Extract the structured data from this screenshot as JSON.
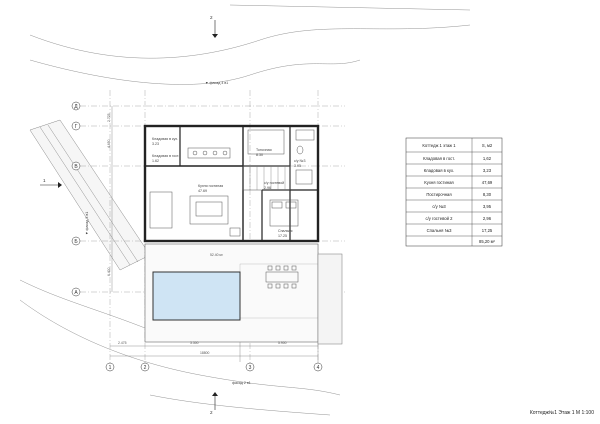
{
  "axes": {
    "rows": [
      "Д",
      "Г",
      "В",
      "Б",
      "А"
    ],
    "cols": [
      "1",
      "2",
      "3",
      "4"
    ]
  },
  "section_marks": {
    "top": "2",
    "bottom": "2",
    "left": "1"
  },
  "levels": {
    "top": "▼ фасад 4 в1",
    "left": "▼ фасад 3 в1",
    "bottom": "фасад 2 в1"
  },
  "rooms": {
    "pantry_living": {
      "name": "Кладовая в гост.",
      "area": "1.62"
    },
    "pantry_kitchen": {
      "name": "Кладовая в кух.",
      "area": "3.23"
    },
    "boiler": {
      "name": "Топочная",
      "area": "8.30"
    },
    "kitchen_living": {
      "name": "Кухня гостиная",
      "area": "47.69"
    },
    "bath2": {
      "name": "с/у гостевой",
      "area": "2.96"
    },
    "bath3": {
      "name": "с/у №3",
      "area": "3.95"
    },
    "bedroom3": {
      "name": "Спальня",
      "area": "17.25"
    }
  },
  "terrace_label": "52.40 м²",
  "dims": {
    "d1": "2.475",
    "d2": "2.725",
    "d3": "3.300",
    "d4": "4.650",
    "d5": "6.400",
    "d6": "5.900",
    "total": "18800"
  },
  "area_table": {
    "header": [
      "Коттедж 1 этаж 1",
      "S, м2"
    ],
    "rows": [
      [
        "Кладовая в гост.",
        "1,62"
      ],
      [
        "Кладовая в кух.",
        "3,23"
      ],
      [
        "Кухня гостиная",
        "47,69"
      ],
      [
        "Постирочная",
        "8,30"
      ],
      [
        "с/у №3",
        "3,95"
      ],
      [
        "с/у гостевой 2",
        "2,96"
      ],
      [
        "Спальня №3",
        "17,25"
      ]
    ],
    "total": "85,20 м²"
  },
  "caption": "Коттедж№1 Этаж 1 М 1:100"
}
